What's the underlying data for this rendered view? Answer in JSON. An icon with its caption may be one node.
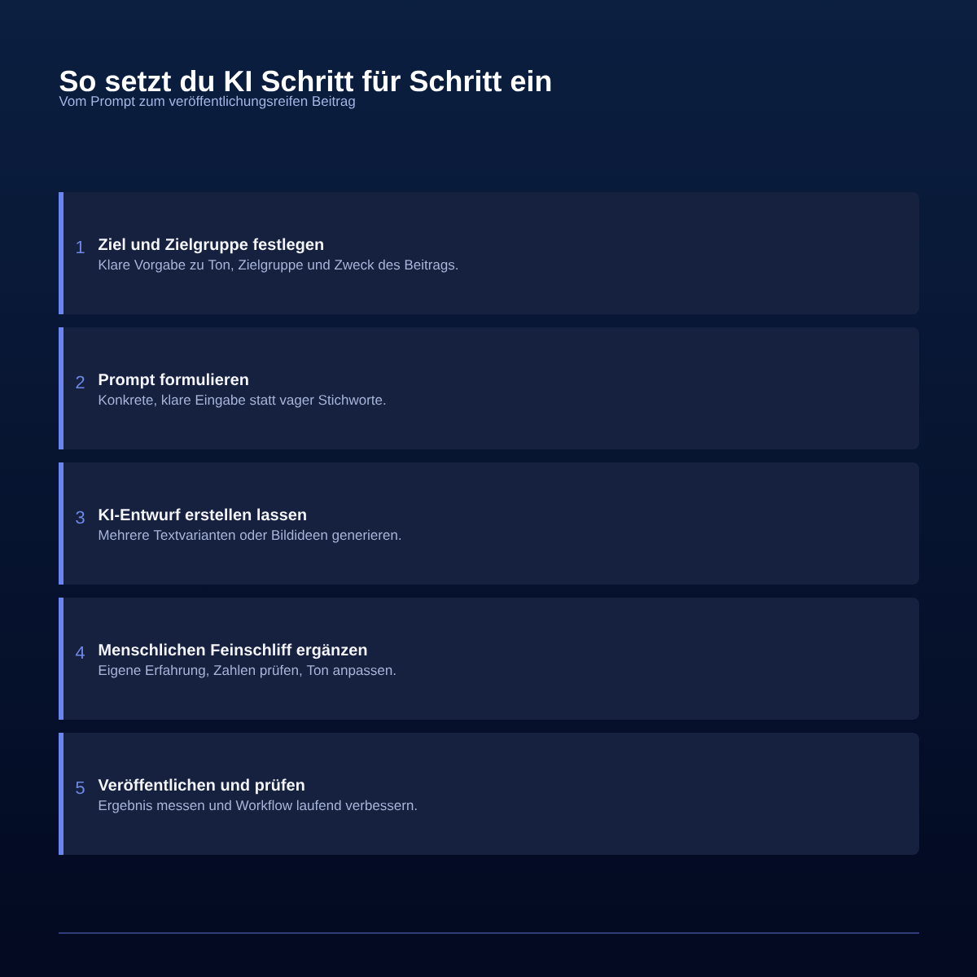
{
  "diagram": {
    "title": "So setzt du KI Schritt für Schritt ein",
    "nodes": [
      {
        "text": [
          "1",
          "Ziel und Zielgruppe festlegen",
          "Klare Vorgabe zu Ton, Zielgruppe und Zweck des Beitrags."
        ]
      },
      {
        "text": [
          "2",
          "Prompt formulieren",
          "Konkrete, klare Eingabe statt vager Stichworte."
        ]
      },
      {
        "text": [
          "3",
          "KI-Entwurf erstellen lassen",
          "Mehrere Textvarianten oder Bildideen generieren."
        ]
      },
      {
        "text": [
          "4",
          "Menschlichen Feinschliff ergänzen",
          "Eigene Erfahrung, Zahlen prüfen, Ton anpassen."
        ]
      },
      {
        "text": [
          "5",
          "Veröffentlichen und prüfen",
          "Ergebnis messen und Workflow laufend verbessern."
        ]
      }
    ],
    "labels": [
      "Vom Prompt zum veröffentlichungsreifen Beitrag"
    ]
  }
}
